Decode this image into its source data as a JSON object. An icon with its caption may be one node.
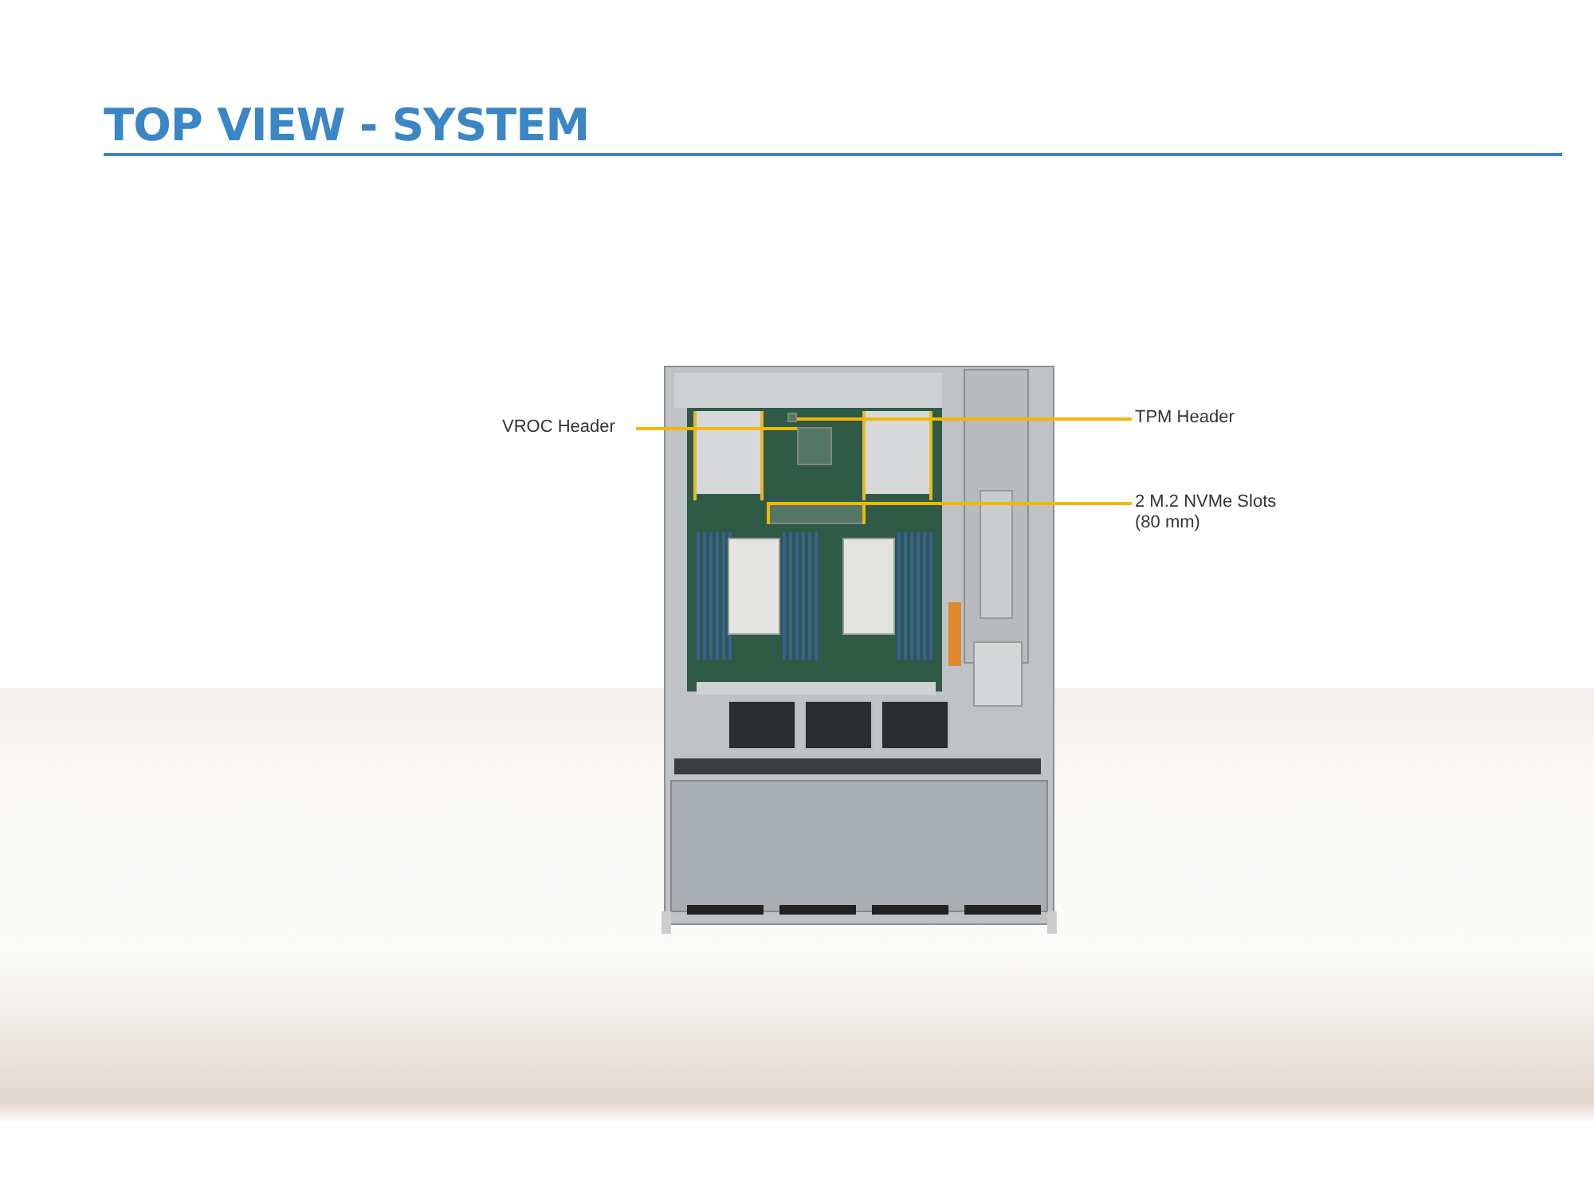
{
  "diagram": {
    "title": "TOP VIEW - SYSTEM",
    "nodes": [
      {
        "text": [],
        "shape": "picture"
      },
      {
        "text": [],
        "shape": "box",
        "in": 0
      },
      {
        "text": [],
        "shape": "box",
        "in": 0
      },
      {
        "text": [],
        "shape": "box",
        "in": 0
      },
      {
        "text": [
          "VROC Header"
        ]
      },
      {
        "text": [
          "TPM Header"
        ]
      },
      {
        "text": [
          "2 M.2 NVMe Slots (80 mm)"
        ]
      }
    ],
    "edges": [
      {
        "from": 4,
        "to": 2,
        "arrow": "none"
      },
      {
        "from": 5,
        "to": 1,
        "arrow": "none"
      },
      {
        "from": 6,
        "to": 3,
        "arrow": "none"
      }
    ]
  }
}
